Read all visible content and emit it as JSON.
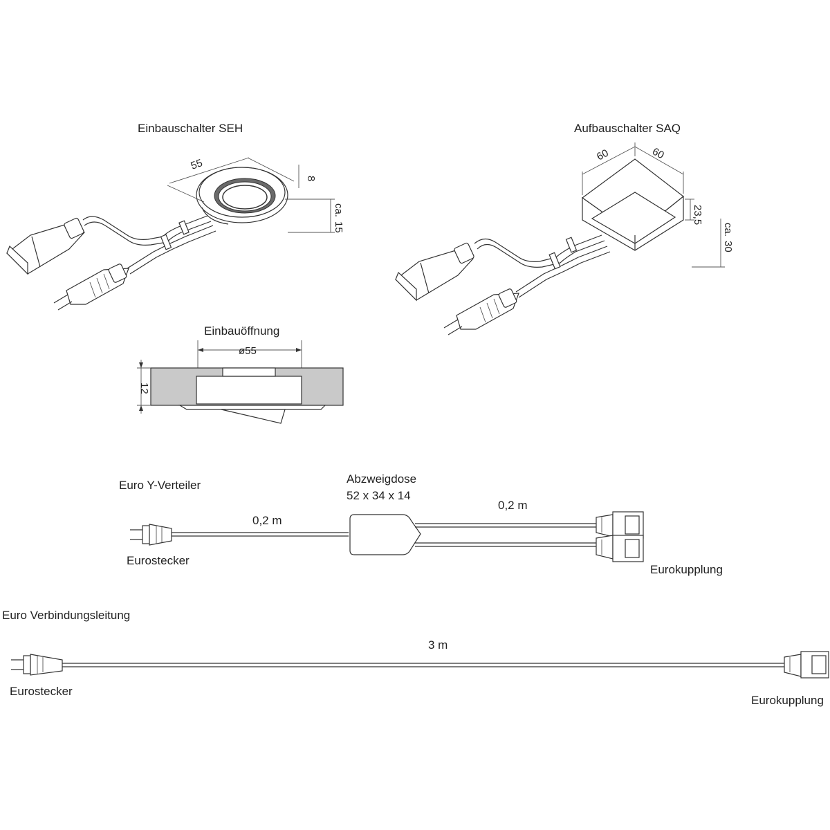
{
  "seh": {
    "title": "Einbauschalter SEH",
    "dim_diameter": "55",
    "dim_height": "8",
    "dim_depth_ca": "ca.",
    "dim_depth_value": "15"
  },
  "saq": {
    "title": "Aufbauschalter SAQ",
    "dim_width": "60",
    "dim_depth": "60",
    "dim_height": "23,5",
    "dim_total_ca": "ca.",
    "dim_total_value": "30"
  },
  "cutout": {
    "title": "Einbauöffnung",
    "diameter": "ø55",
    "thickness": "12"
  },
  "y_splitter": {
    "title": "Euro Y-Verteiler",
    "junction_box_title": "Abzweigdose",
    "junction_box_size": "52 x 34 x 14",
    "length_in": "0,2 m",
    "length_out": "0,2 m",
    "plug_label": "Eurostecker",
    "coupling_label": "Eurokupplung"
  },
  "extension": {
    "title": "Euro Verbindungsleitung",
    "length": "3 m",
    "plug_label": "Eurostecker",
    "coupling_label": "Eurokupplung"
  },
  "icons": [
    "euro-plug-icon",
    "euro-coupling-icon",
    "junction-box-icon",
    "recessed-switch-icon",
    "surface-switch-icon"
  ]
}
